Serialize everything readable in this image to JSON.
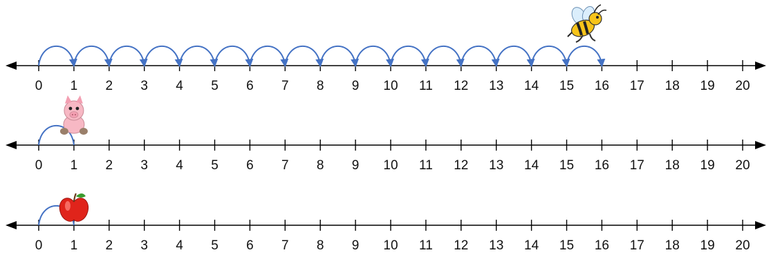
{
  "number_lines": [
    {
      "min": 0,
      "max": 20,
      "ticks": [
        "0",
        "1",
        "2",
        "3",
        "4",
        "5",
        "6",
        "7",
        "8",
        "9",
        "10",
        "11",
        "12",
        "13",
        "14",
        "15",
        "16",
        "17",
        "18",
        "19",
        "20"
      ],
      "jumps": [
        [
          0,
          1
        ],
        [
          1,
          2
        ],
        [
          2,
          3
        ],
        [
          3,
          4
        ],
        [
          4,
          5
        ],
        [
          5,
          6
        ],
        [
          6,
          7
        ],
        [
          7,
          8
        ],
        [
          8,
          9
        ],
        [
          9,
          10
        ],
        [
          10,
          11
        ],
        [
          11,
          12
        ],
        [
          12,
          13
        ],
        [
          13,
          14
        ],
        [
          14,
          15
        ],
        [
          15,
          16
        ]
      ],
      "character": {
        "icon": "bee-icon",
        "at": 15.5
      }
    },
    {
      "min": 0,
      "max": 20,
      "ticks": [
        "0",
        "1",
        "2",
        "3",
        "4",
        "5",
        "6",
        "7",
        "8",
        "9",
        "10",
        "11",
        "12",
        "13",
        "14",
        "15",
        "16",
        "17",
        "18",
        "19",
        "20"
      ],
      "jumps": [
        [
          0,
          1
        ]
      ],
      "character": {
        "icon": "pig-icon",
        "at": 1
      }
    },
    {
      "min": 0,
      "max": 20,
      "ticks": [
        "0",
        "1",
        "2",
        "3",
        "4",
        "5",
        "6",
        "7",
        "8",
        "9",
        "10",
        "11",
        "12",
        "13",
        "14",
        "15",
        "16",
        "17",
        "18",
        "19",
        "20"
      ],
      "jumps": [
        [
          0,
          1
        ]
      ],
      "character": {
        "icon": "apple-icon",
        "at": 1
      }
    }
  ],
  "colors": {
    "line": "#000000",
    "jump_arc": "#4472c4",
    "bee_body": "#f7c41a",
    "pig_body": "#f7b8c4",
    "apple_body": "#e0241b",
    "leaf": "#3a9b2e"
  }
}
